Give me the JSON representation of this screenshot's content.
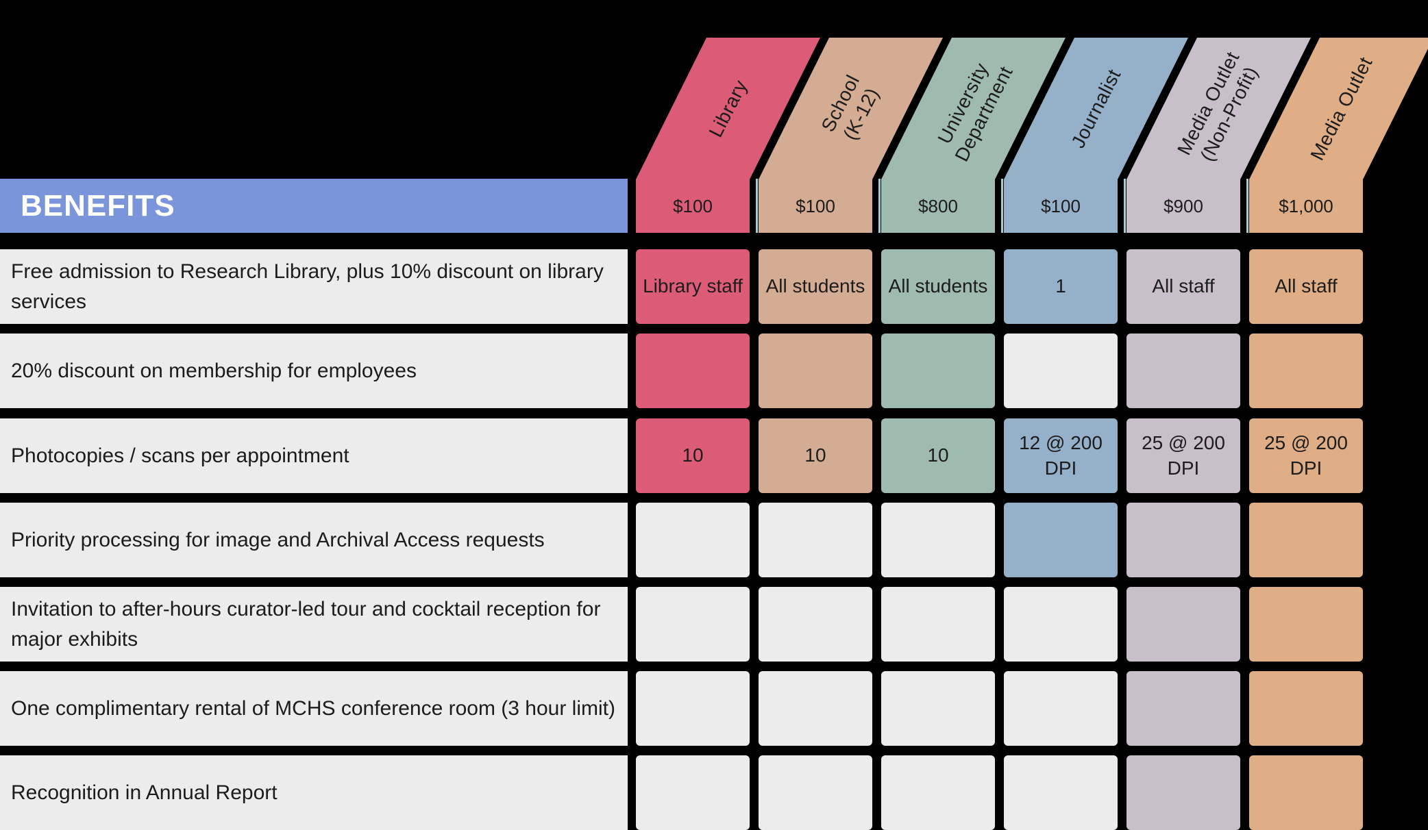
{
  "chart_data": {
    "type": "table",
    "title": "BENEFITS",
    "columns": [
      {
        "id": "library",
        "label": "Library",
        "price": "$100"
      },
      {
        "id": "school",
        "label": "School\n(K-12)",
        "price": "$100"
      },
      {
        "id": "university",
        "label": "University\nDepartment",
        "price": "$800"
      },
      {
        "id": "journalist",
        "label": "Journalist",
        "price": "$100"
      },
      {
        "id": "media_nonprofit",
        "label": "Media Outlet\n(Non-Profit)",
        "price": "$900"
      },
      {
        "id": "media",
        "label": "Media Outlet",
        "price": "$1,000"
      }
    ],
    "rows": [
      {
        "benefit": "Free admission to Research Library, plus 10% discount on library services",
        "cells": [
          {
            "v": "Library staff",
            "c": "library"
          },
          {
            "v": "All students",
            "c": "school"
          },
          {
            "v": "All students",
            "c": "university"
          },
          {
            "v": "1",
            "c": "journalist"
          },
          {
            "v": "All staff",
            "c": "media_nonprofit"
          },
          {
            "v": "All staff",
            "c": "media"
          }
        ]
      },
      {
        "benefit": "20% discount on membership for employees",
        "cells": [
          {
            "v": "",
            "c": "library"
          },
          {
            "v": "",
            "c": "school"
          },
          {
            "v": "",
            "c": "university"
          },
          {
            "v": "",
            "c": "empty"
          },
          {
            "v": "",
            "c": "media_nonprofit"
          },
          {
            "v": "",
            "c": "media"
          }
        ]
      },
      {
        "benefit": "Photocopies / scans per appointment",
        "cells": [
          {
            "v": "10",
            "c": "library"
          },
          {
            "v": "10",
            "c": "school"
          },
          {
            "v": "10",
            "c": "university"
          },
          {
            "v": "12 @ 200 DPI",
            "c": "journalist"
          },
          {
            "v": "25 @ 200 DPI",
            "c": "media_nonprofit"
          },
          {
            "v": "25 @ 200 DPI",
            "c": "media"
          }
        ]
      },
      {
        "benefit": "Priority processing for image and Archival Access requests",
        "cells": [
          {
            "v": "",
            "c": "empty"
          },
          {
            "v": "",
            "c": "empty"
          },
          {
            "v": "",
            "c": "empty"
          },
          {
            "v": "",
            "c": "journalist"
          },
          {
            "v": "",
            "c": "media_nonprofit"
          },
          {
            "v": "",
            "c": "media"
          }
        ]
      },
      {
        "benefit": "Invitation to after-hours curator-led tour and cocktail reception for major exhibits",
        "cells": [
          {
            "v": "",
            "c": "empty"
          },
          {
            "v": "",
            "c": "empty"
          },
          {
            "v": "",
            "c": "empty"
          },
          {
            "v": "",
            "c": "empty"
          },
          {
            "v": "",
            "c": "media_nonprofit"
          },
          {
            "v": "",
            "c": "media"
          }
        ]
      },
      {
        "benefit": "One complimentary rental of MCHS conference room (3 hour limit)",
        "cells": [
          {
            "v": "",
            "c": "empty"
          },
          {
            "v": "",
            "c": "empty"
          },
          {
            "v": "",
            "c": "empty"
          },
          {
            "v": "",
            "c": "empty"
          },
          {
            "v": "",
            "c": "media_nonprofit"
          },
          {
            "v": "",
            "c": "media"
          }
        ]
      },
      {
        "benefit": "Recognition in Annual Report",
        "cells": [
          {
            "v": "",
            "c": "empty"
          },
          {
            "v": "",
            "c": "empty"
          },
          {
            "v": "",
            "c": "empty"
          },
          {
            "v": "",
            "c": "empty"
          },
          {
            "v": "",
            "c": "media_nonprofit"
          },
          {
            "v": "",
            "c": "media"
          }
        ]
      }
    ]
  },
  "colors": {
    "library": "#dc5c78",
    "school": "#d4ac93",
    "university": "#9fbaae",
    "journalist": "#95b0c9",
    "media_nonprofit": "#c9bfcb",
    "media": "#dfad86",
    "empty": "#ececec",
    "row_bg": "#ececec",
    "benefits_bar": "#7b95da",
    "gap_accent": "#a2ccd8",
    "background": "#000000",
    "benefits_text": "#ffffff"
  }
}
